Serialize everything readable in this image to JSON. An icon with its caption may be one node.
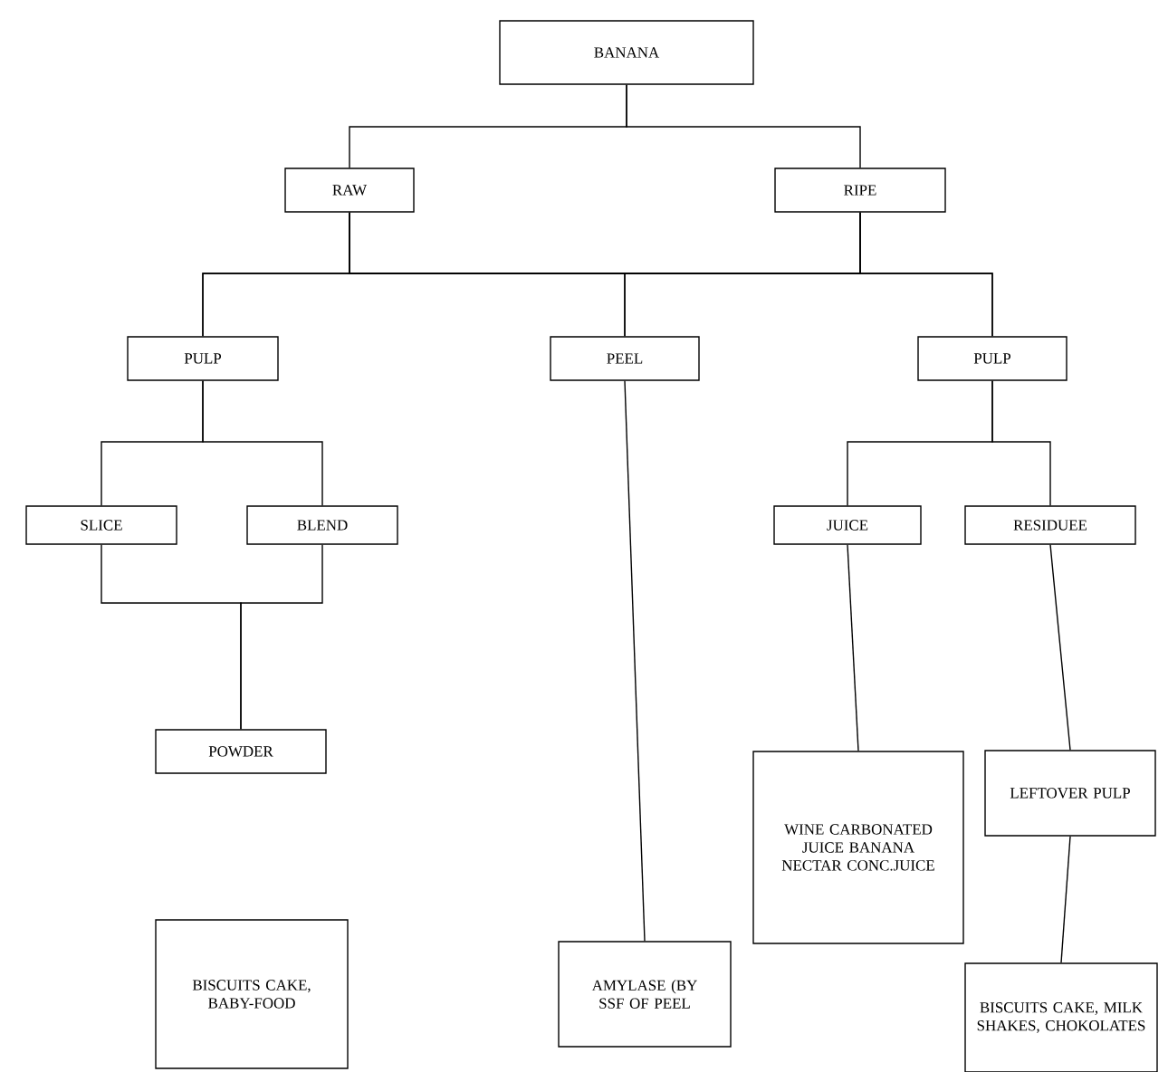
{
  "diagram": {
    "nodes": [
      {
        "text": [
          "BANANA"
        ]
      },
      {
        "text": [
          "RAW"
        ]
      },
      {
        "text": [
          "RIPE"
        ]
      },
      {
        "text": [
          "PULP"
        ]
      },
      {
        "text": [
          "PEEL"
        ]
      },
      {
        "text": [
          "PULP"
        ]
      },
      {
        "text": [
          "SLICE"
        ]
      },
      {
        "text": [
          "BLEND"
        ]
      },
      {
        "text": [
          "JUICE"
        ]
      },
      {
        "text": [
          "RESIDUEE"
        ]
      },
      {
        "text": [
          "POWDER"
        ]
      },
      {
        "text": [
          "BISCUITS CAKE, BABY-FOOD"
        ]
      },
      {
        "text": [
          "AMYLASE (BY SSF OF PEEL"
        ]
      },
      {
        "text": [
          "WINE CARBONATED JUICE BANANA NECTAR CONC.JUICE"
        ]
      },
      {
        "text": [
          "LEFTOVER PULP"
        ]
      },
      {
        "text": [
          "BISCUITS CAKE, MILK SHAKES, CHOKOLATES"
        ]
      }
    ],
    "edges": [
      {
        "from": 0,
        "to": 1,
        "arrow": "none"
      },
      {
        "from": 0,
        "to": 2,
        "arrow": "none"
      },
      {
        "from": 1,
        "to": 3,
        "arrow": "none"
      },
      {
        "from": 1,
        "to": 4,
        "arrow": "none"
      },
      {
        "from": 1,
        "to": 5,
        "arrow": "none"
      },
      {
        "from": 2,
        "to": 3,
        "arrow": "none"
      },
      {
        "from": 2,
        "to": 4,
        "arrow": "none"
      },
      {
        "from": 2,
        "to": 5,
        "arrow": "none"
      },
      {
        "from": 3,
        "to": 6,
        "arrow": "none"
      },
      {
        "from": 3,
        "to": 7,
        "arrow": "none"
      },
      {
        "from": 6,
        "to": 10,
        "arrow": "none"
      },
      {
        "from": 7,
        "to": 10,
        "arrow": "none"
      },
      {
        "from": 4,
        "to": 12,
        "arrow": "none"
      },
      {
        "from": 5,
        "to": 8,
        "arrow": "none"
      },
      {
        "from": 5,
        "to": 9,
        "arrow": "none"
      },
      {
        "from": 8,
        "to": 13,
        "arrow": "none"
      },
      {
        "from": 9,
        "to": 14,
        "arrow": "none"
      },
      {
        "from": 14,
        "to": 15,
        "arrow": "none"
      }
    ]
  }
}
